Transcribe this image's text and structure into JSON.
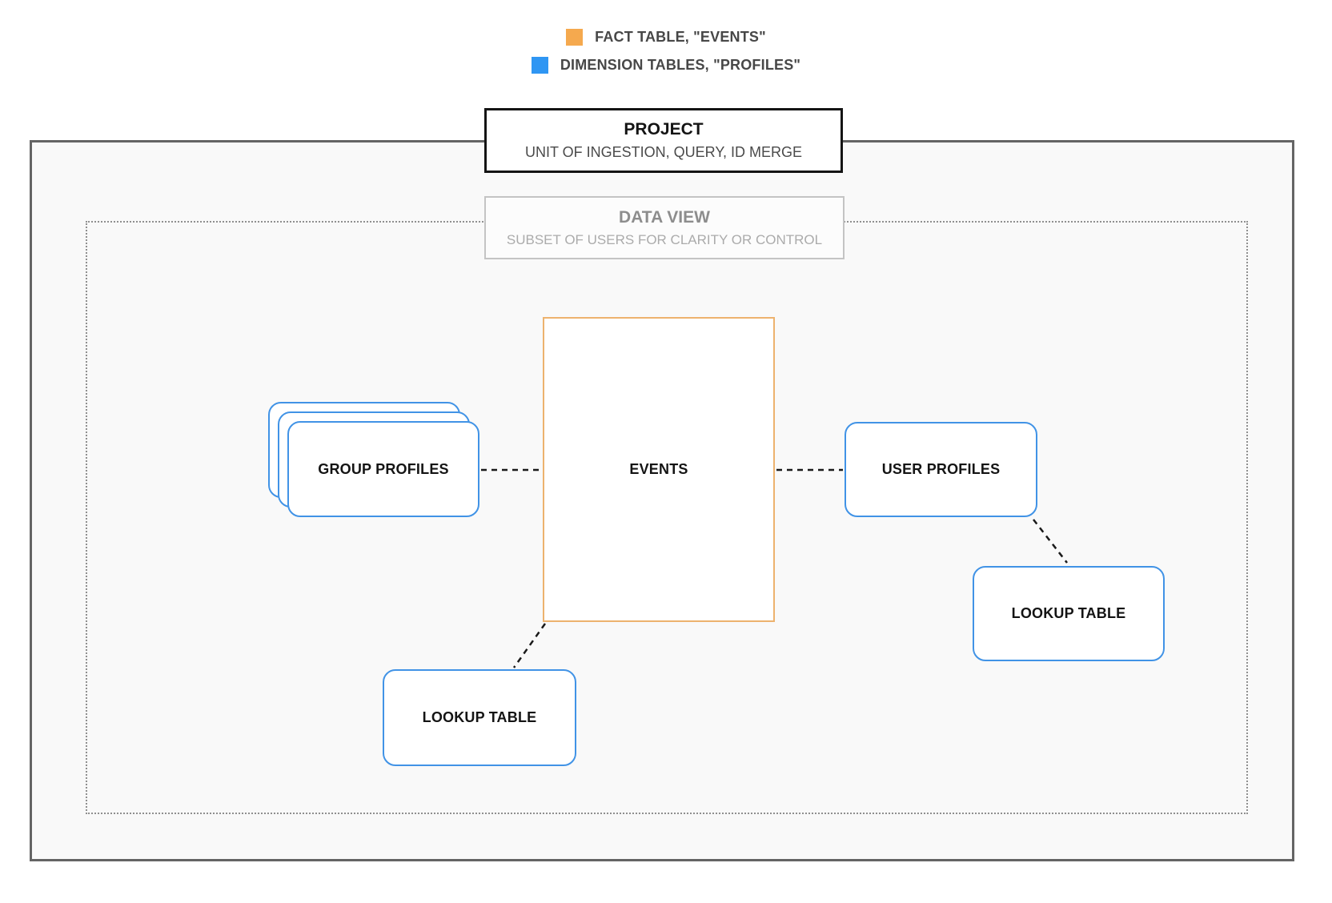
{
  "legend": {
    "items": [
      {
        "name": "fact",
        "label": "FACT TABLE, \"EVENTS\"",
        "color": "#F5A94E"
      },
      {
        "name": "dimension",
        "label": "DIMENSION TABLES, \"PROFILES\"",
        "color": "#2F96F3"
      }
    ]
  },
  "project": {
    "title": "PROJECT",
    "subtitle": "UNIT OF INGESTION, QUERY, ID MERGE"
  },
  "data_view": {
    "title": "DATA VIEW",
    "subtitle": "SUBSET OF USERS FOR CLARITY OR CONTROL"
  },
  "nodes": {
    "events": {
      "label": "EVENTS",
      "type": "fact"
    },
    "group_profiles": {
      "label": "GROUP PROFILES",
      "type": "dimension"
    },
    "user_profiles": {
      "label": "USER PROFILES",
      "type": "dimension"
    },
    "lookup_table_right": {
      "label": "LOOKUP TABLE",
      "type": "dimension"
    },
    "lookup_table_bottom": {
      "label": "LOOKUP TABLE",
      "type": "dimension"
    }
  },
  "colors": {
    "fact_accent": "#F5A94E",
    "fact_border": "#EDB26E",
    "dimension_accent": "#2F96F3",
    "dimension_border": "#4193E6",
    "project_boundary_border": "#646464",
    "dataview_boundary_border": "#8F8F8F",
    "canvas_fill": "#F9F9F9",
    "connector": "#1A1A1A"
  }
}
